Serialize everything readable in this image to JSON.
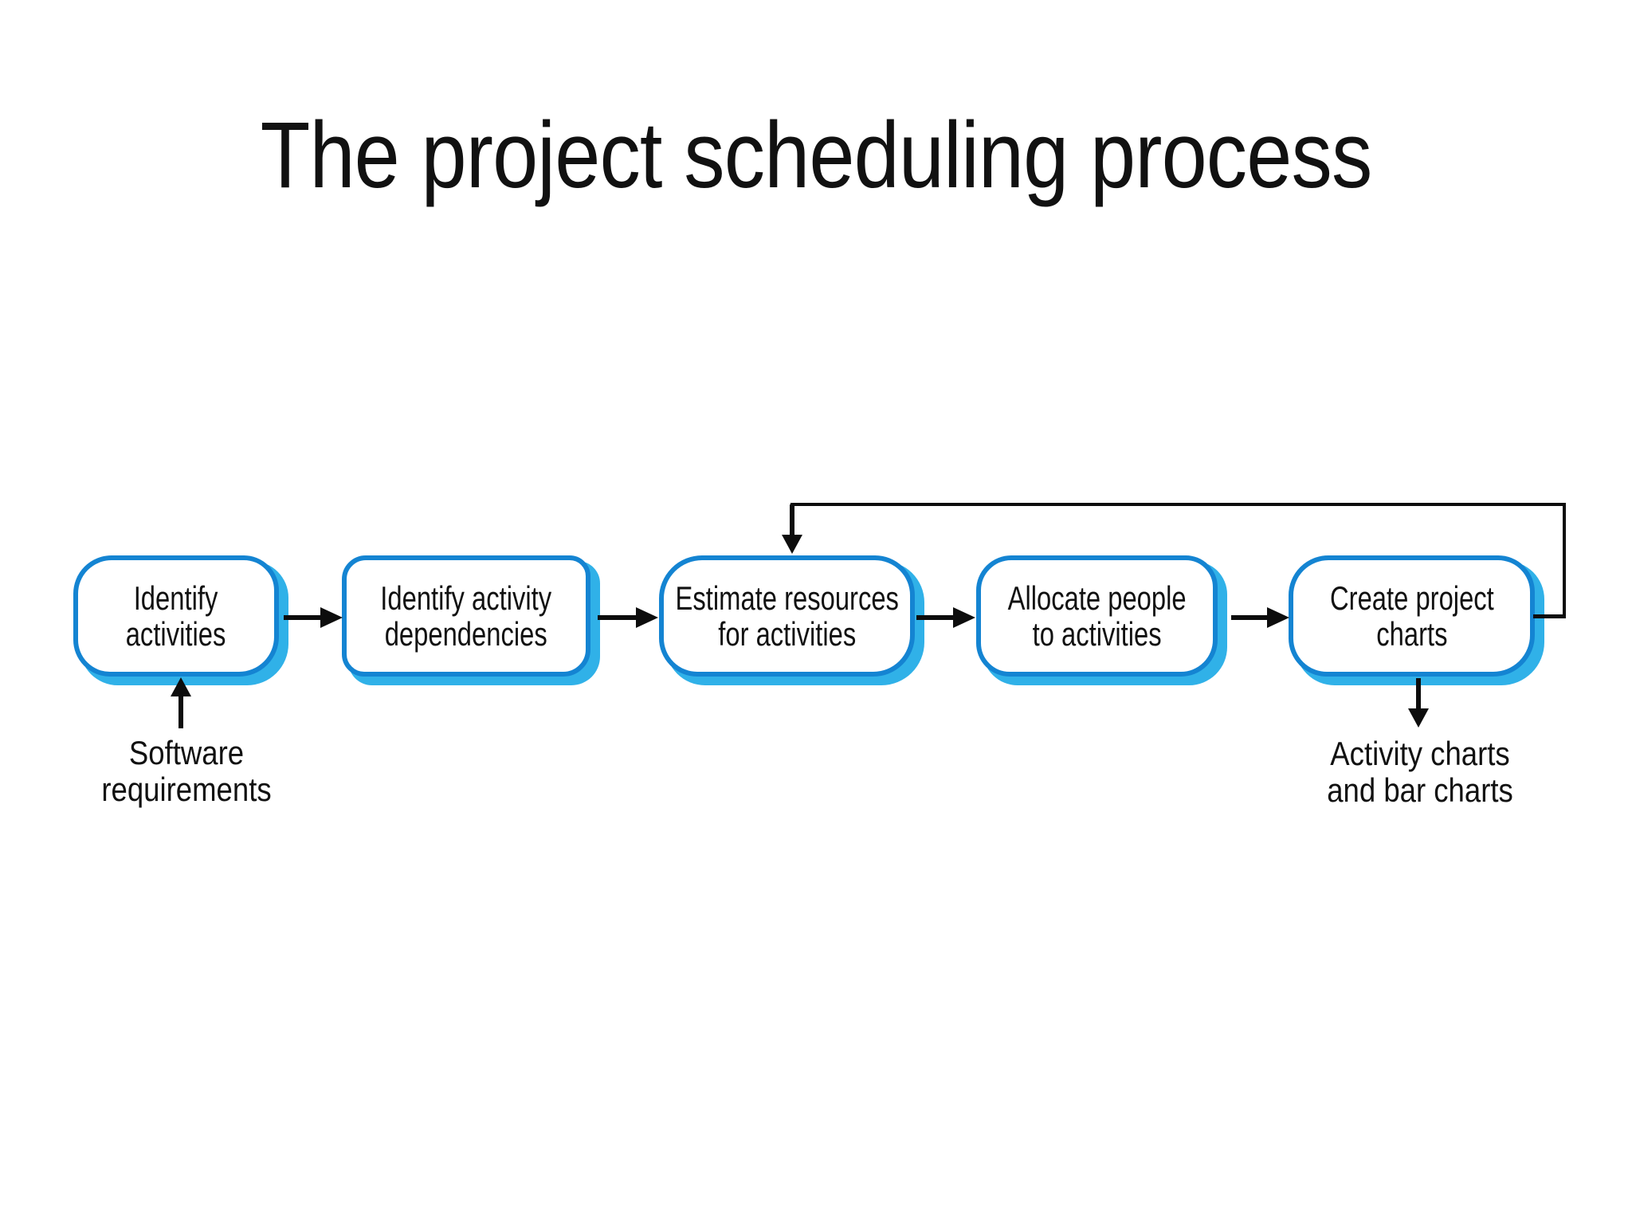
{
  "title": "The project scheduling process",
  "colors": {
    "border": "#1484d2",
    "shadow": "#30b1e8",
    "line": "#0d0d0d",
    "text": "#111111",
    "background": "#ffffff"
  },
  "nodes": [
    {
      "id": "identify-activities",
      "line1": "Identify",
      "line2": "activities"
    },
    {
      "id": "identify-activity-dependencies",
      "line1": "Identify activity",
      "line2": "dependencies"
    },
    {
      "id": "estimate-resources",
      "line1": "Estimate resources",
      "line2": "for activities"
    },
    {
      "id": "allocate-people",
      "line1": "Allocate people",
      "line2": "to activities"
    },
    {
      "id": "create-project-charts",
      "line1": "Create project",
      "line2": "charts"
    }
  ],
  "annotations": {
    "input": {
      "line1": "Software",
      "line2": "requirements"
    },
    "output": {
      "line1": "Activity charts",
      "line2": "and bar charts"
    }
  },
  "edges": [
    {
      "from": "identify-activities",
      "to": "identify-activity-dependencies",
      "type": "flow"
    },
    {
      "from": "identify-activity-dependencies",
      "to": "estimate-resources",
      "type": "flow"
    },
    {
      "from": "estimate-resources",
      "to": "allocate-people",
      "type": "flow"
    },
    {
      "from": "allocate-people",
      "to": "create-project-charts",
      "type": "flow"
    },
    {
      "from": "create-project-charts",
      "to": "estimate-resources",
      "type": "feedback"
    },
    {
      "from": "software-requirements-label",
      "to": "identify-activities",
      "type": "input"
    },
    {
      "from": "create-project-charts",
      "to": "activity-charts-label",
      "type": "output"
    }
  ]
}
